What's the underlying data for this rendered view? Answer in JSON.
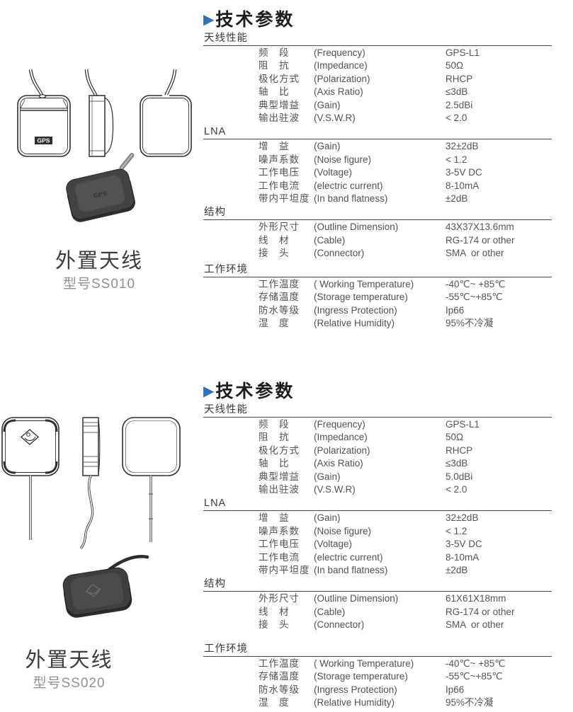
{
  "products": [
    {
      "figure": {
        "name": "外置天线",
        "model": "型号SS010",
        "marking": "GPS"
      },
      "table": {
        "arrow": "▶",
        "title": "技术参数",
        "sections": [
          {
            "header": "天线性能",
            "rows": [
              {
                "cn": "频　段",
                "en": "(Frequency)",
                "value": "GPS-L1"
              },
              {
                "cn": "阻　抗",
                "en": "(Impedance)",
                "value": "50Ω"
              },
              {
                "cn": "极化方式",
                "en": "(Polarization)",
                "value": "RHCP"
              },
              {
                "cn": "轴　比",
                "en": "(Axis Ratio)",
                "value": "≤3dB"
              },
              {
                "cn": "典型增益",
                "en": "(Gain)",
                "value": "2.5dBi"
              },
              {
                "cn": "输出驻波",
                "en": "(V.S.W.R)",
                "value": "< 2.0"
              }
            ]
          },
          {
            "header": "LNA",
            "rows": [
              {
                "cn": "增　益",
                "en": "(Gain)",
                "value": "32±2dB"
              },
              {
                "cn": "噪声系数",
                "en": "(Noise figure)",
                "value": "< 1.2"
              },
              {
                "cn": "工作电压",
                "en": "(Voltage)",
                "value": "3-5V DC"
              },
              {
                "cn": "工作电流",
                "en": "(electric current)",
                "value": "8-10mA"
              },
              {
                "cn": "带内平坦度",
                "en": "(In band flatness)",
                "value": "±2dB"
              }
            ]
          },
          {
            "header": "结构",
            "rows": [
              {
                "cn": "外形尺寸",
                "en": "(Outline Dimension)",
                "value": "43X37X13.6mm"
              },
              {
                "cn": "线　材",
                "en": "(Cable)",
                "value": "RG-174 or other"
              },
              {
                "cn": "接　头",
                "en": "(Connector)",
                "value": "SMA  or other"
              }
            ]
          },
          {
            "header": "工作环境",
            "rows": [
              {
                "cn": "工作温度",
                "en": "( Working Temperature)",
                "value": "-40℃~ +85℃"
              },
              {
                "cn": "存储温度",
                "en": "(Storage temperature)",
                "value": "-55℃~+85℃"
              },
              {
                "cn": "防水等级",
                "en": "(Ingress Protection)",
                "value": "Ip66"
              },
              {
                "cn": "湿　度",
                "en": "(Relative Humidity)",
                "value": "95%不冷凝"
              }
            ]
          }
        ]
      }
    },
    {
      "figure": {
        "name": "外置天线",
        "model": "型号SS020",
        "marking": ""
      },
      "table": {
        "arrow": "▶",
        "title": "技术参数",
        "sections": [
          {
            "header": "天线性能",
            "rows": [
              {
                "cn": "频　段",
                "en": "(Frequency)",
                "value": "GPS-L1"
              },
              {
                "cn": "阻　抗",
                "en": "(Impedance)",
                "value": "50Ω"
              },
              {
                "cn": "极化方式",
                "en": "(Polarization)",
                "value": "RHCP"
              },
              {
                "cn": "轴　比",
                "en": "(Axis Ratio)",
                "value": "≤3dB"
              },
              {
                "cn": "典型增益",
                "en": "(Gain)",
                "value": "5.0dBi"
              },
              {
                "cn": "输出驻波",
                "en": "(V.S.W.R)",
                "value": "< 2.0"
              }
            ]
          },
          {
            "header": "LNA",
            "rows": [
              {
                "cn": "增　益",
                "en": "(Gain)",
                "value": "32±2dB"
              },
              {
                "cn": "噪声系数",
                "en": "(Noise figure)",
                "value": "< 1.2"
              },
              {
                "cn": "工作电压",
                "en": "(Voltage)",
                "value": "3-5V DC"
              },
              {
                "cn": "工作电流",
                "en": "(electric current)",
                "value": "8-10mA"
              },
              {
                "cn": "带内平坦度",
                "en": "(In band flatness)",
                "value": "±2dB"
              }
            ]
          },
          {
            "header": "结构",
            "rows": [
              {
                "cn": "外形尺寸",
                "en": "(Outline Dimension)",
                "value": "61X61X18mm"
              },
              {
                "cn": "线　材",
                "en": "(Cable)",
                "value": "RG-174 or other"
              },
              {
                "cn": "接　头",
                "en": "(Connector)",
                "value": "SMA  or other"
              }
            ]
          },
          {
            "header": "工作环境",
            "rows": [
              {
                "cn": "工作温度",
                "en": "( Working Temperature)",
                "value": "-40℃~ +85℃"
              },
              {
                "cn": "存储温度",
                "en": "(Storage temperature)",
                "value": "-55℃~+85℃"
              },
              {
                "cn": "防水等级",
                "en": "(Ingress Protection)",
                "value": "Ip66"
              },
              {
                "cn": "湿　度",
                "en": "(Relative Humidity)",
                "value": "95%不冷凝"
              }
            ]
          }
        ]
      }
    }
  ]
}
